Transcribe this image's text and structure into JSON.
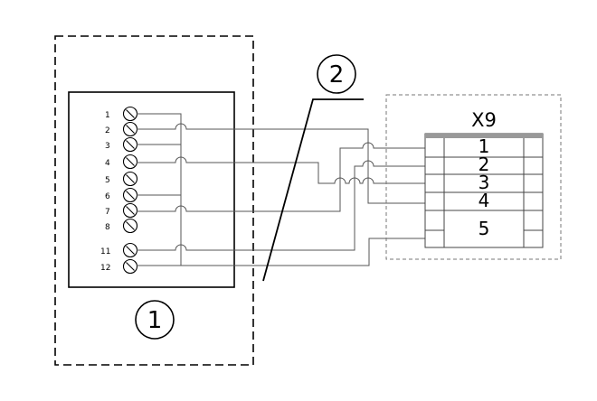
{
  "device": {
    "callout": "1",
    "terminals": [
      "1",
      "2",
      "3",
      "4",
      "5",
      "6",
      "7",
      "8",
      "11",
      "12"
    ]
  },
  "cable": {
    "callout": "2"
  },
  "connector": {
    "title": "X9",
    "pins": [
      "1",
      "2",
      "3",
      "4",
      "5"
    ]
  }
}
